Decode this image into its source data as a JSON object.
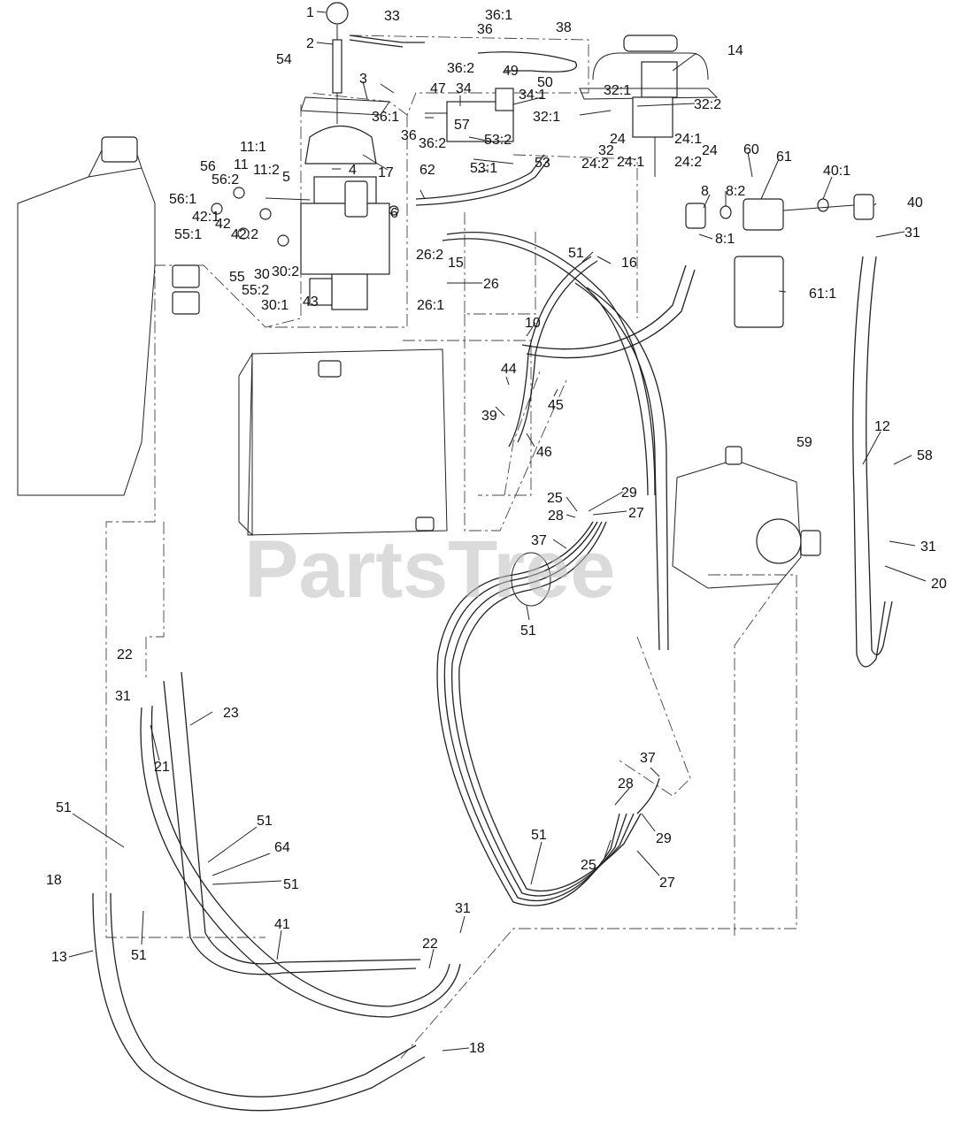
{
  "watermark": "PartsTree",
  "callouts": [
    {
      "id": "c1",
      "text": "1"
    },
    {
      "id": "c2",
      "text": "2"
    },
    {
      "id": "c3",
      "text": "3"
    },
    {
      "id": "c4",
      "text": "4"
    },
    {
      "id": "c5",
      "text": "5"
    },
    {
      "id": "c6",
      "text": "6"
    },
    {
      "id": "c8",
      "text": "8"
    },
    {
      "id": "c8_1",
      "text": "8:1"
    },
    {
      "id": "c8_2",
      "text": "8:2"
    },
    {
      "id": "c10",
      "text": "10"
    },
    {
      "id": "c11",
      "text": "11"
    },
    {
      "id": "c11_1",
      "text": "11:1"
    },
    {
      "id": "c11_2",
      "text": "11:2"
    },
    {
      "id": "c12",
      "text": "12"
    },
    {
      "id": "c13",
      "text": "13"
    },
    {
      "id": "c14",
      "text": "14"
    },
    {
      "id": "c15",
      "text": "15"
    },
    {
      "id": "c16",
      "text": "16"
    },
    {
      "id": "c17",
      "text": "17"
    },
    {
      "id": "c18a",
      "text": "18"
    },
    {
      "id": "c18b",
      "text": "18"
    },
    {
      "id": "c20",
      "text": "20"
    },
    {
      "id": "c21",
      "text": "21"
    },
    {
      "id": "c22a",
      "text": "22"
    },
    {
      "id": "c22b",
      "text": "22"
    },
    {
      "id": "c23",
      "text": "23"
    },
    {
      "id": "c24a",
      "text": "24"
    },
    {
      "id": "c24b",
      "text": "24"
    },
    {
      "id": "c24_1a",
      "text": "24:1"
    },
    {
      "id": "c24_1b",
      "text": "24:1"
    },
    {
      "id": "c24_2a",
      "text": "24:2"
    },
    {
      "id": "c24_2b",
      "text": "24:2"
    },
    {
      "id": "c25a",
      "text": "25"
    },
    {
      "id": "c25b",
      "text": "25"
    },
    {
      "id": "c26",
      "text": "26"
    },
    {
      "id": "c26_1",
      "text": "26:1"
    },
    {
      "id": "c26_2",
      "text": "26:2"
    },
    {
      "id": "c27a",
      "text": "27"
    },
    {
      "id": "c27b",
      "text": "27"
    },
    {
      "id": "c28a",
      "text": "28"
    },
    {
      "id": "c28b",
      "text": "28"
    },
    {
      "id": "c29a",
      "text": "29"
    },
    {
      "id": "c29b",
      "text": "29"
    },
    {
      "id": "c30",
      "text": "30"
    },
    {
      "id": "c30_1",
      "text": "30:1"
    },
    {
      "id": "c30_2",
      "text": "30:2"
    },
    {
      "id": "c31a",
      "text": "31"
    },
    {
      "id": "c31b",
      "text": "31"
    },
    {
      "id": "c31c",
      "text": "31"
    },
    {
      "id": "c31d",
      "text": "31"
    },
    {
      "id": "c32",
      "text": "32"
    },
    {
      "id": "c32_1a",
      "text": "32:1"
    },
    {
      "id": "c32_1b",
      "text": "32:1"
    },
    {
      "id": "c32_2",
      "text": "32:2"
    },
    {
      "id": "c33",
      "text": "33"
    },
    {
      "id": "c34",
      "text": "34"
    },
    {
      "id": "c34_1",
      "text": "34:1"
    },
    {
      "id": "c36a",
      "text": "36"
    },
    {
      "id": "c36b",
      "text": "36"
    },
    {
      "id": "c36_1a",
      "text": "36:1"
    },
    {
      "id": "c36_1b",
      "text": "36:1"
    },
    {
      "id": "c36_2a",
      "text": "36:2"
    },
    {
      "id": "c36_2b",
      "text": "36:2"
    },
    {
      "id": "c37a",
      "text": "37"
    },
    {
      "id": "c37b",
      "text": "37"
    },
    {
      "id": "c38",
      "text": "38"
    },
    {
      "id": "c39",
      "text": "39"
    },
    {
      "id": "c40",
      "text": "40"
    },
    {
      "id": "c40_1",
      "text": "40:1"
    },
    {
      "id": "c41",
      "text": "41"
    },
    {
      "id": "c42",
      "text": "42"
    },
    {
      "id": "c42_1",
      "text": "42:1"
    },
    {
      "id": "c42_2",
      "text": "42:2"
    },
    {
      "id": "c43",
      "text": "43"
    },
    {
      "id": "c44",
      "text": "44"
    },
    {
      "id": "c45",
      "text": "45"
    },
    {
      "id": "c46",
      "text": "46"
    },
    {
      "id": "c47",
      "text": "47"
    },
    {
      "id": "c49",
      "text": "49"
    },
    {
      "id": "c50",
      "text": "50"
    },
    {
      "id": "c51a",
      "text": "51"
    },
    {
      "id": "c51b",
      "text": "51"
    },
    {
      "id": "c51c",
      "text": "51"
    },
    {
      "id": "c51d",
      "text": "51"
    },
    {
      "id": "c51e",
      "text": "51"
    },
    {
      "id": "c51f",
      "text": "51"
    },
    {
      "id": "c51g",
      "text": "51"
    },
    {
      "id": "c53",
      "text": "53"
    },
    {
      "id": "c53_1",
      "text": "53:1"
    },
    {
      "id": "c53_2",
      "text": "53:2"
    },
    {
      "id": "c54",
      "text": "54"
    },
    {
      "id": "c55",
      "text": "55"
    },
    {
      "id": "c55_1",
      "text": "55:1"
    },
    {
      "id": "c55_2",
      "text": "55:2"
    },
    {
      "id": "c56",
      "text": "56"
    },
    {
      "id": "c56_1",
      "text": "56:1"
    },
    {
      "id": "c56_2",
      "text": "56:2"
    },
    {
      "id": "c57",
      "text": "57"
    },
    {
      "id": "c58",
      "text": "58"
    },
    {
      "id": "c59",
      "text": "59"
    },
    {
      "id": "c60",
      "text": "60"
    },
    {
      "id": "c61",
      "text": "61"
    },
    {
      "id": "c61_1",
      "text": "61:1"
    },
    {
      "id": "c62",
      "text": "62"
    },
    {
      "id": "c64",
      "text": "64"
    }
  ]
}
